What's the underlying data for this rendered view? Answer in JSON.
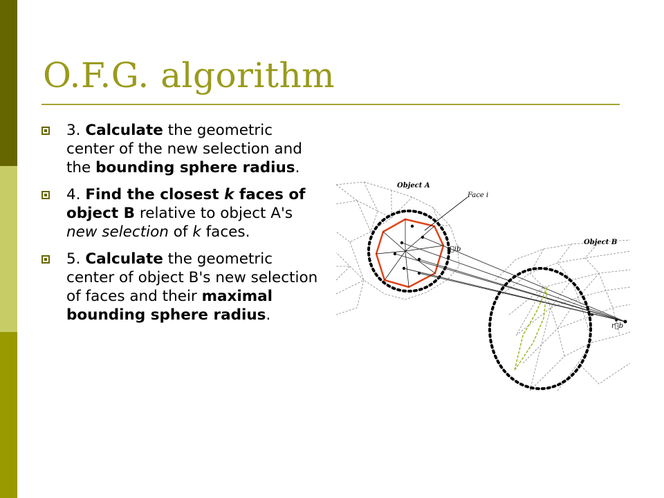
{
  "slide": {
    "title": "O.F.G. algorithm",
    "bullets": [
      {
        "parts": [
          {
            "text": "3. ",
            "style": "normal"
          },
          {
            "text": "Calculate",
            "style": "bold"
          },
          {
            "text": " the geometric center of the new selection and the ",
            "style": "normal"
          },
          {
            "text": "bounding sphere radius",
            "style": "bold"
          },
          {
            "text": ".",
            "style": "normal"
          }
        ]
      },
      {
        "parts": [
          {
            "text": "4. ",
            "style": "normal"
          },
          {
            "text": "Find the closest ",
            "style": "bold"
          },
          {
            "text": "k",
            "style": "bold-italic"
          },
          {
            "text": " faces of object B",
            "style": "bold"
          },
          {
            "text": " relative to object A's ",
            "style": "normal"
          },
          {
            "text": "new selection",
            "style": "italic"
          },
          {
            "text": " of ",
            "style": "normal"
          },
          {
            "text": "k",
            "style": "italic"
          },
          {
            "text": " faces.",
            "style": "normal"
          }
        ]
      },
      {
        "parts": [
          {
            "text": "5. ",
            "style": "normal"
          },
          {
            "text": "Calculate",
            "style": "bold"
          },
          {
            "text": " the geometric center of object B's new selection of faces and their ",
            "style": "normal"
          },
          {
            "text": "maximal bounding sphere radius",
            "style": "bold"
          },
          {
            "text": ".",
            "style": "normal"
          }
        ]
      }
    ]
  },
  "figure": {
    "label_object_a": "Object A",
    "label_object_b": "Object B",
    "label_face": "Face i",
    "label_rib": "r⃗ib",
    "label_rb": "r⃗b",
    "colors": {
      "polygon_a": "#e0441c",
      "selection_b": "#9ab82a",
      "mesh": "#888888",
      "dotted_circle": "#000000"
    }
  },
  "theme": {
    "accent": "#9a9a1c",
    "bar_dark": "#666600",
    "bar_light": "#c8cc66",
    "bar_mid": "#999900"
  }
}
